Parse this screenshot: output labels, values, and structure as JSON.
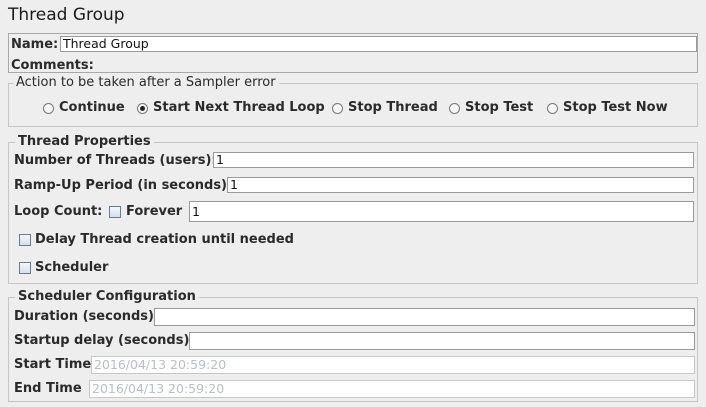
{
  "title": "Thread Group",
  "name_field": {
    "label": "Name:",
    "value": "Thread Group"
  },
  "comments": {
    "label": "Comments:",
    "value": ""
  },
  "sampler_error": {
    "legend": "Action to be taken after a Sampler error",
    "options": [
      "Continue",
      "Start Next Thread Loop",
      "Stop Thread",
      "Stop Test",
      "Stop Test Now"
    ],
    "selected": "Start Next Thread Loop"
  },
  "thread_properties": {
    "legend": "Thread Properties",
    "num_threads_label": "Number of Threads (users):",
    "num_threads_value": "1",
    "rampup_label": "Ramp-Up Period (in seconds):",
    "rampup_value": "1",
    "loop_count_label": "Loop Count:",
    "forever_label": "Forever",
    "forever_checked": false,
    "loop_count_value": "1",
    "delay_label": "Delay Thread creation until needed",
    "delay_checked": false,
    "scheduler_label": "Scheduler",
    "scheduler_checked": false
  },
  "scheduler_config": {
    "legend": "Scheduler Configuration",
    "duration_label": "Duration (seconds)",
    "duration_value": "",
    "startup_delay_label": "Startup delay (seconds)",
    "startup_delay_value": "",
    "start_time_label": "Start Time",
    "start_time_value": "2016/04/13 20:59:20",
    "end_time_label": "End Time",
    "end_time_value": "2016/04/13 20:59:20"
  }
}
